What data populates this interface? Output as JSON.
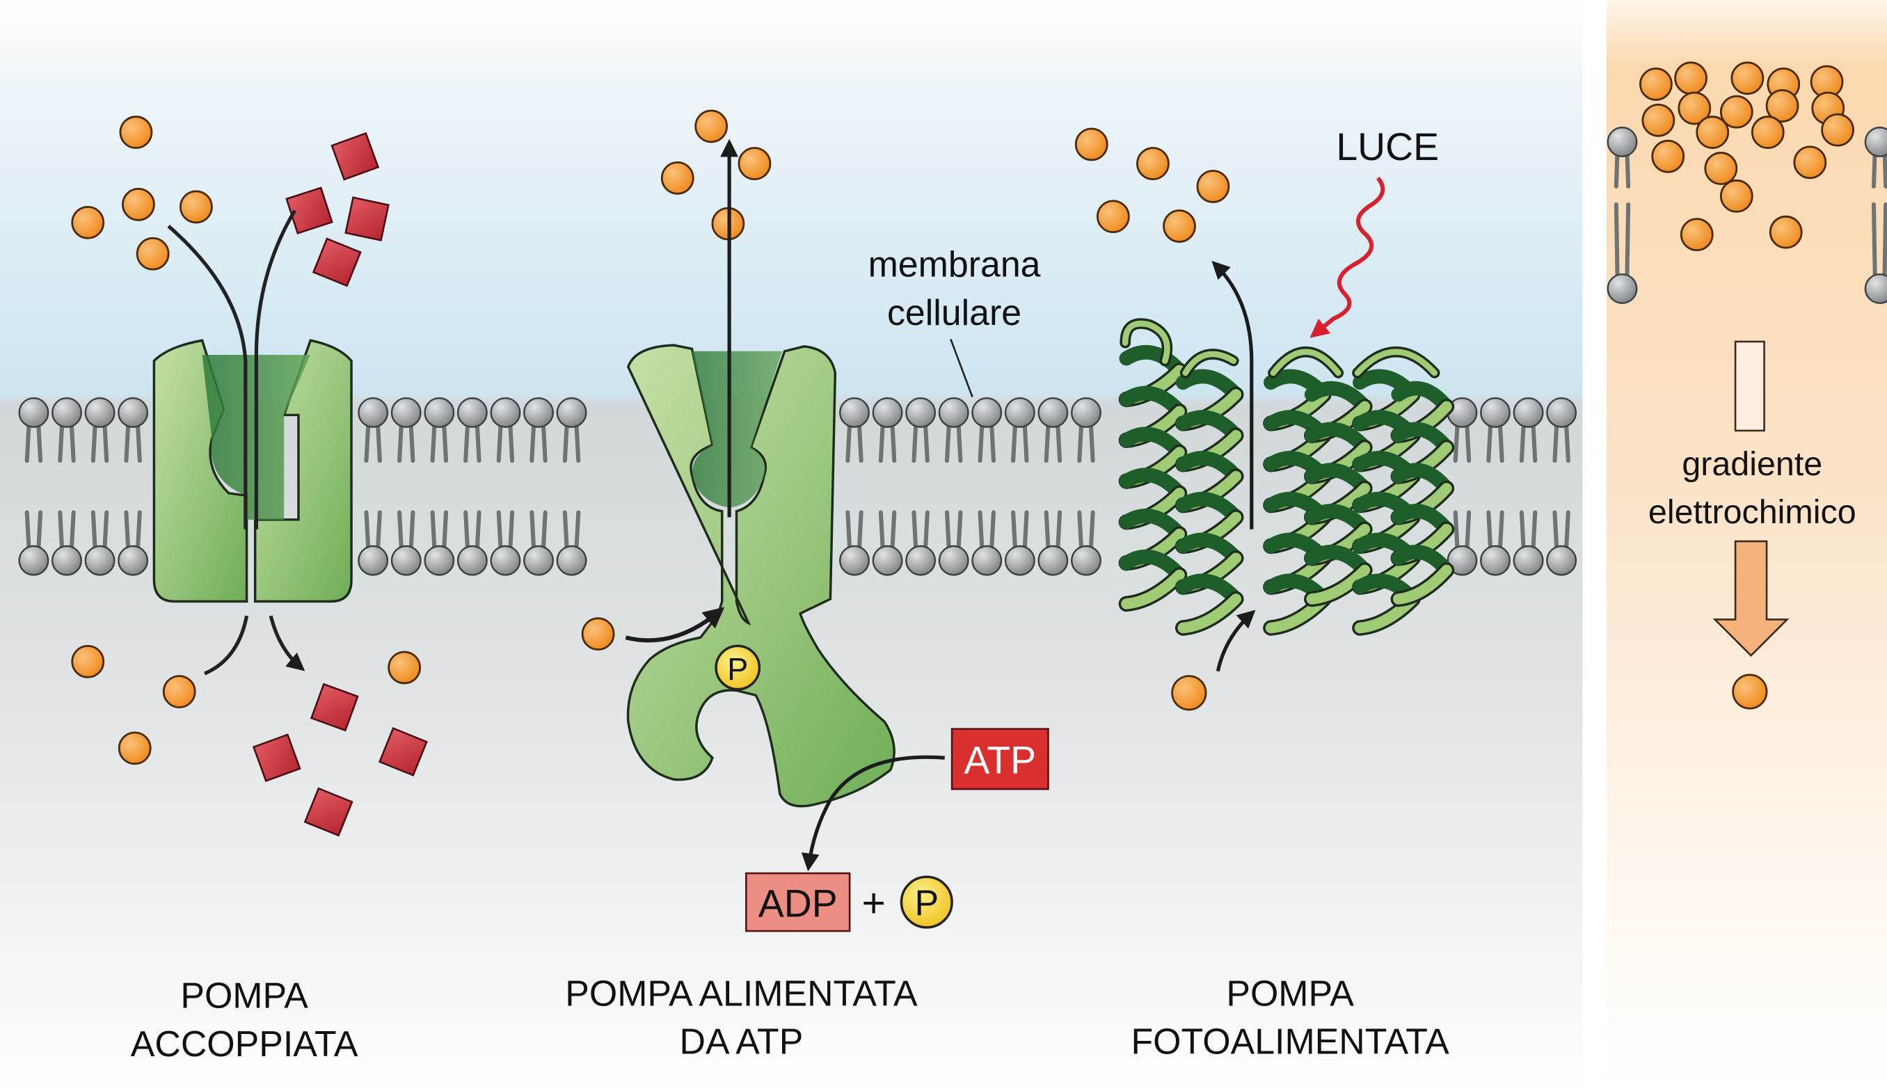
{
  "labels": {
    "membrane": [
      "membrana",
      "cellulare"
    ],
    "light": "LUCE",
    "atp": "ATP",
    "adp": "ADP",
    "plus": "+",
    "phosphate": "P",
    "gradient": [
      "gradiente",
      "elettrochimico"
    ]
  },
  "pumps": [
    {
      "id": "coupled",
      "caption": [
        "POMPA",
        "ACCOPPIATA"
      ]
    },
    {
      "id": "atp_driven",
      "caption": [
        "POMPA ALIMENTATA",
        "DA ATP"
      ]
    },
    {
      "id": "light_driven",
      "caption": [
        "POMPA",
        "FOTOALIMENTATA"
      ]
    }
  ],
  "colors": {
    "ion": "#f39a2e",
    "solute": "#c8313a",
    "protein_light": "#a6cc7a",
    "protein_dark": "#3f8a45",
    "lipid": "#9ea3a6",
    "light_ray": "#d8202f",
    "atp_box": "#d9302f",
    "adp_box": "#ec8e84",
    "phosphate": "#f6d23a",
    "gradient_panel": "#f8c896"
  }
}
